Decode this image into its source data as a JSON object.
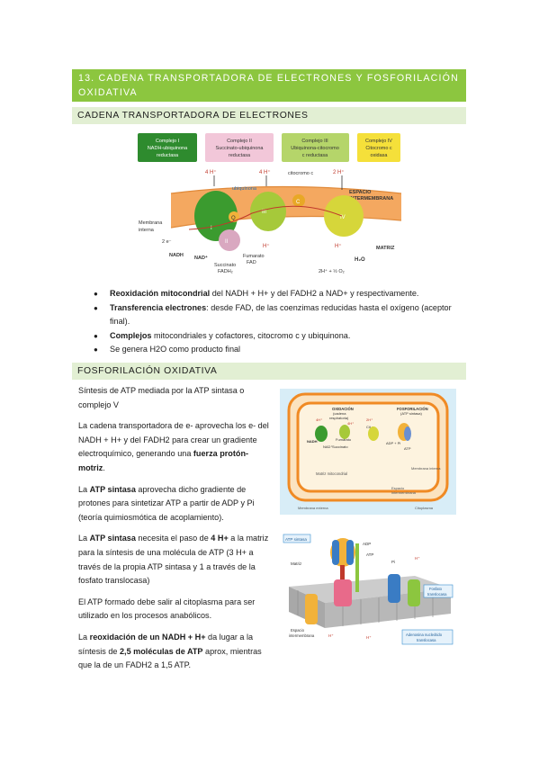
{
  "heading1": "13. CADENA TRANSPORTADORA DE ELECTRONES Y FOSFORILACIÓN OXIDATIVA",
  "heading2": "CADENA TRANSPORTADORA DE ELECTRONES",
  "heading3": "FOSFORILACIÓN OXIDATIVA",
  "diagram1": {
    "complexes": [
      {
        "l1": "Complejo I",
        "l2": "NADH-ubiquinona",
        "l3": "reductasa",
        "color": "#2e8b2e",
        "text_color": "#ffffff"
      },
      {
        "l1": "Complejo II",
        "l2": "Succinato-ubiquinona",
        "l3": "reductasa",
        "color": "#f2c7d9",
        "text_color": "#333333"
      },
      {
        "l1": "Complejo III",
        "l2": "Ubiquinona-citocromo",
        "l3": "c reductasa",
        "color": "#b5d56a",
        "text_color": "#333333"
      },
      {
        "l1": "Complejo IV",
        "l2": "Citocromo c",
        "l3": "oxidasa",
        "color": "#f5e03a",
        "text_color": "#333333"
      }
    ],
    "labels": {
      "h1": "4 H⁺",
      "h2": "4 H⁺",
      "h3": "2 H⁺",
      "ubiquinona": "ubiquinona",
      "citocromo": "citocromo c",
      "espacio": "ESPACIO",
      "intermembrana": "INTERMEMBRANA",
      "membrana": "Membrana",
      "interna": "interna",
      "matriz": "MATRIZ",
      "two_e": "2 e⁻",
      "nadh": "NADH",
      "nad": "NAD⁺",
      "succinato": "Succinato",
      "fadh2": "FADH₂",
      "fumarato": "Fumarato",
      "fad": "FAD",
      "hplus1": "H⁺",
      "hplus2": "H⁺",
      "o2": "2H⁺ + ½ O₂",
      "h2o": "H₂O",
      "roman1": "I",
      "roman2": "II",
      "roman3": "III",
      "roman4": "IV",
      "q": "Q",
      "c": "C"
    }
  },
  "bullets": [
    {
      "bold": "Reoxidación mitocondrial",
      "text": " del NADH + H+ y del FADH2 a NAD+ y respectivamente."
    },
    {
      "bold": "Transferencia electrones",
      "text": ": desde FAD, de las coenzimas reducidas hasta el oxígeno (aceptor final)."
    },
    {
      "bold": "Complejos",
      "text": " mitocondriales y cofactores, citocromo c y ubiquinona."
    },
    {
      "bold": "",
      "text": "Se genera H2O como producto final"
    }
  ],
  "paragraphs": {
    "p1": "Síntesis de ATP mediada por la ATP sintasa o complejo V",
    "p2a": "La cadena transportadora de e- aprovecha los e- del NADH + H+ y del FADH2 para crear un gradiente electroquímico, generando una ",
    "p2b": "fuerza protón-motriz",
    "p2c": ".",
    "p3a": "La ",
    "p3b": "ATP sintasa",
    "p3c": " aprovecha dicho gradiente de protones para sintetizar ATP a partir de ADP y Pi (teoría quimiosmótica de acoplamiento).",
    "p4a": "La ",
    "p4b": "ATP sintasa",
    "p4c": " necesita el paso de ",
    "p4d": "4 H+",
    "p4e": " a la matriz para la síntesis de una molécula de ATP (3 H+ a través de la propia ATP sintasa y 1 a través de la fosfato translocasa)",
    "p5": "El ATP formado debe salir al citoplasma para ser utilizado en los procesos anabólicos.",
    "p6a": "La ",
    "p6b": "reoxidación de un NADH + H+",
    "p6c": " da lugar a la síntesis de ",
    "p6d": "2,5 moléculas de ATP",
    "p6e": " aprox, mientras que la de un FADH2 a 1,5 ATP."
  },
  "diagram2": {
    "oxidacion": "OXIDACIÓN",
    "cadena": "(cadena",
    "respiratoria": "respiratoria)",
    "fosforilacion": "FOSFORILACIÓN",
    "atp_sintasa": "(ATP sintasa)",
    "nadh": "NADH",
    "nad": "NAD⁺",
    "succinato": "Succinato",
    "fumarato": "Fumarato",
    "adp": "ADP + Pi",
    "atp": "ATP",
    "h4a": "4H⁺",
    "h4b": "4H⁺",
    "h2": "2H⁺",
    "cit": "Cit c",
    "matriz": "Matriz mitocondrial",
    "membrana_interna": "Membrana interna",
    "espacio": "Espacio",
    "intermembrana": "intermembrana",
    "membrana_externa": "Membrana externa",
    "citoplasma": "Citoplasma"
  },
  "diagram3": {
    "atp_sintasa": "ATP sintasa",
    "matriz": "Matriz",
    "adp": "ADP",
    "atp": "ATP",
    "pi": "Pi",
    "h1": "H⁺",
    "h2": "H⁺",
    "h3": "H⁺",
    "fosfato": "Fosfato",
    "translocasa": "translocasa",
    "espacio": "Espacio",
    "intermembrana": "intermembrana",
    "nucleotido1": "Adenosina nucleótido",
    "nucleotido2": "translocasa"
  }
}
